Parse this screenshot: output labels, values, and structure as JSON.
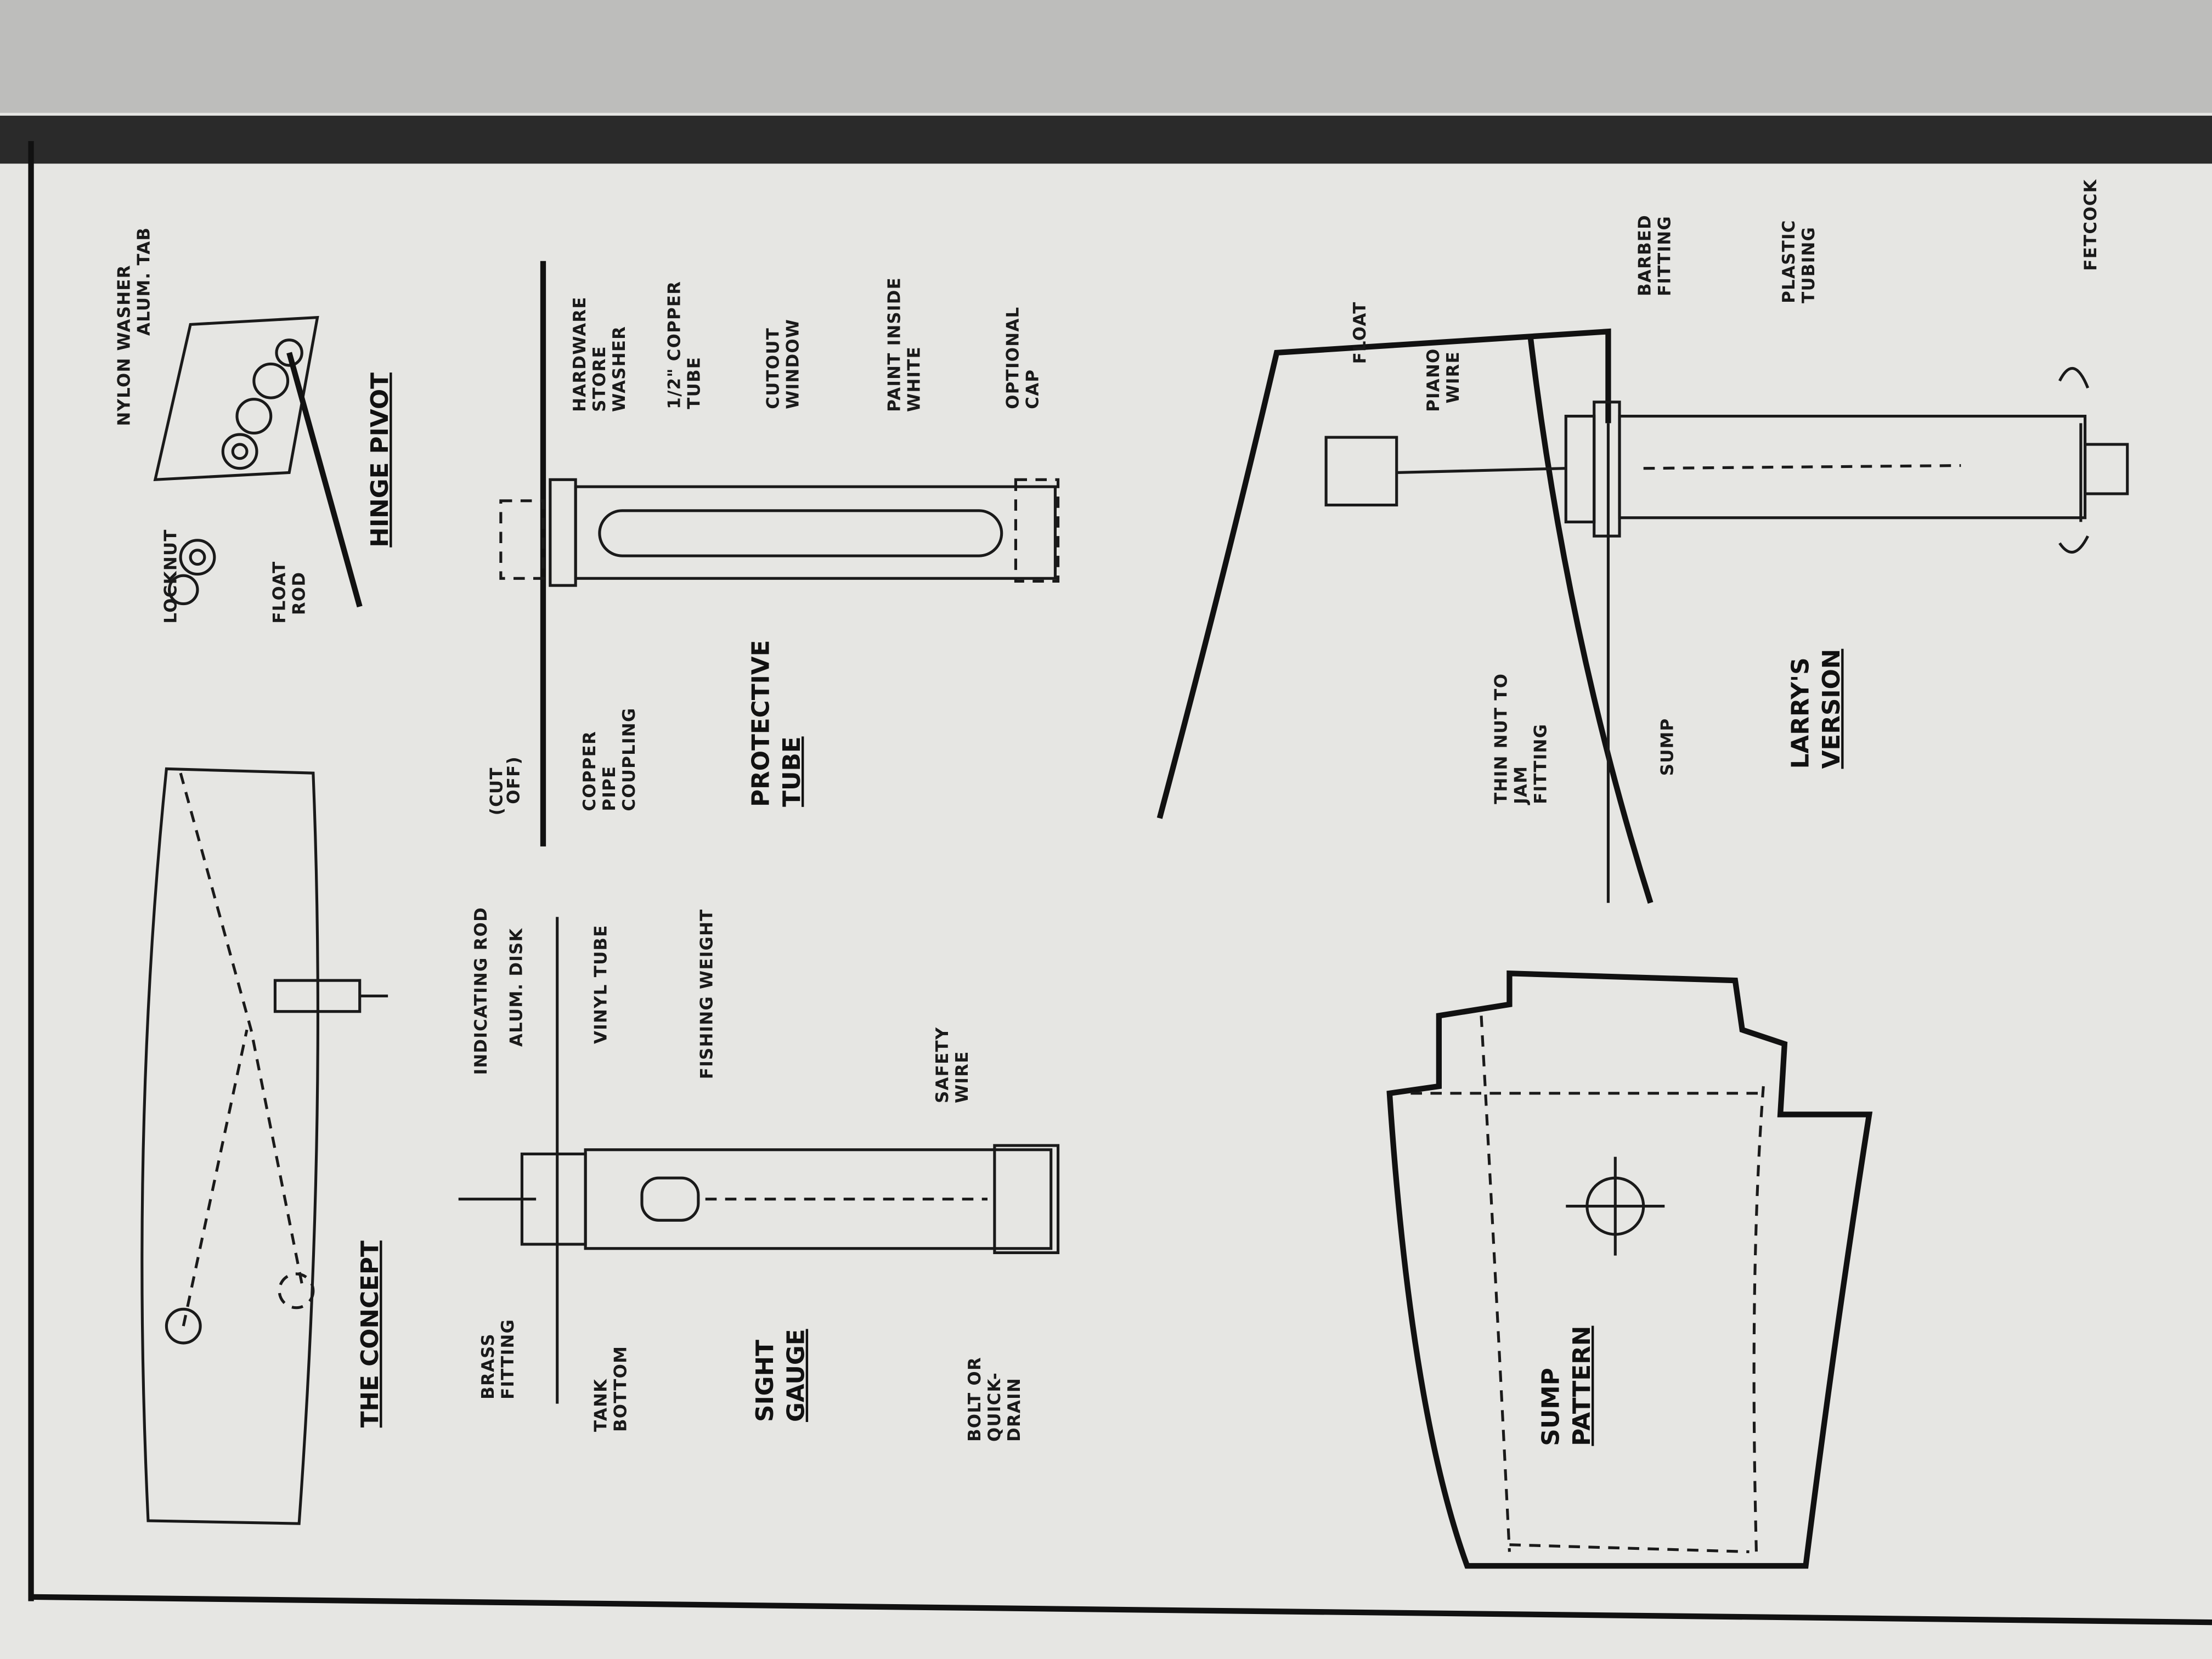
{
  "concept": {
    "title": "THE CONCEPT"
  },
  "sight_gauge": {
    "title": [
      "SIGHT",
      "GAUGE"
    ],
    "labels": {
      "brass_fitting": [
        "BRASS",
        "FITTING"
      ],
      "tank_bottom": [
        "TANK",
        "BOTTOM"
      ],
      "bolt": [
        "BOLT OR",
        "QUICK-",
        "DRAIN"
      ],
      "indicating_rod": "INDICATING ROD",
      "alum_disk": "ALUM. DISK",
      "vinyl_tube": "VINYL TUBE",
      "fishing_weight": "FISHING WEIGHT",
      "safety_wire": [
        "SAFETY",
        "WIRE"
      ]
    }
  },
  "protective_tube": {
    "title": [
      "PROTECTIVE",
      "TUBE"
    ],
    "labels": {
      "cut_off": [
        "(CUT",
        "OFF)"
      ],
      "coupling": [
        "COPPER",
        "PIPE",
        "COUPLING"
      ],
      "washer": [
        "HARDWARE",
        "STORE",
        "WASHER"
      ],
      "copper_tube": [
        "1/2\" COPPER",
        "TUBE"
      ],
      "window": [
        "CUTOUT",
        "WINDOW"
      ],
      "paint": [
        "PAINT INSIDE",
        "WHITE"
      ],
      "cap": [
        "OPTIONAL",
        "CAP"
      ]
    }
  },
  "hinge_pivot": {
    "title": "HINGE PIVOT",
    "labels": {
      "locknut": "LOCKNUT",
      "float_rod": [
        "FLOAT",
        "ROD"
      ],
      "nylon_washer": "NYLON WASHER",
      "alum_tab": "ALUM. TAB"
    }
  },
  "larrys_version": {
    "title": [
      "LARRY'S",
      "VERSION"
    ],
    "labels": {
      "float": "FLOAT",
      "piano_wire": [
        "PIANO",
        "WIRE"
      ],
      "thin_nut": [
        "THIN NUT TO",
        "JAM",
        "FITTING"
      ],
      "sump": "SUMP",
      "barbed_fitting": [
        "BARBED",
        "FITTING"
      ],
      "plastic_tubing": [
        "PLASTIC",
        "TUBING"
      ],
      "fetcock": "FETCOCK"
    }
  },
  "sump_pattern": {
    "title": [
      "SUMP",
      "PATTERN"
    ]
  }
}
